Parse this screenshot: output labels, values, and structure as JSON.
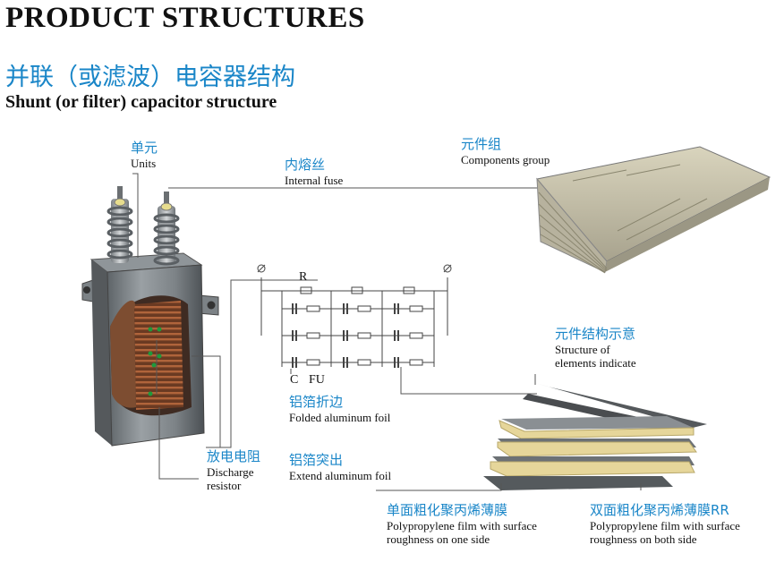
{
  "header": {
    "title": "PRODUCT STRUCTURES",
    "subtitle_cn": "并联（或滤波）电容器结构",
    "subtitle_en": "Shunt (or filter) capacitor structure"
  },
  "labels": {
    "units": {
      "cn": "单元",
      "en": "Units"
    },
    "internal_fuse": {
      "cn": "内熔丝",
      "en": "Internal fuse"
    },
    "components_group": {
      "cn": "元件组",
      "en": "Components group"
    },
    "structure_elements": {
      "cn": "元件结构示意",
      "en1": "Structure of",
      "en2": "elements indicate"
    },
    "folded_foil": {
      "cn": "铝箔折边",
      "en": "Folded aluminum foil"
    },
    "extend_foil": {
      "cn": "铝箔突出",
      "en": "Extend aluminum foil"
    },
    "discharge_resistor": {
      "cn": "放电电阻",
      "en1": "Discharge",
      "en2": "resistor"
    },
    "film_one_side": {
      "cn": "单面粗化聚丙烯薄膜",
      "en1": "Polypropylene film with surface",
      "en2": "roughness on one side"
    },
    "film_both_side": {
      "cn": "双面粗化聚丙烯薄膜RR",
      "en1": "Polypropylene film with surface",
      "en2": "roughness on both  side"
    }
  },
  "schematic": {
    "r_label": "R",
    "c_label": "C",
    "fu_label": "FU"
  }
}
